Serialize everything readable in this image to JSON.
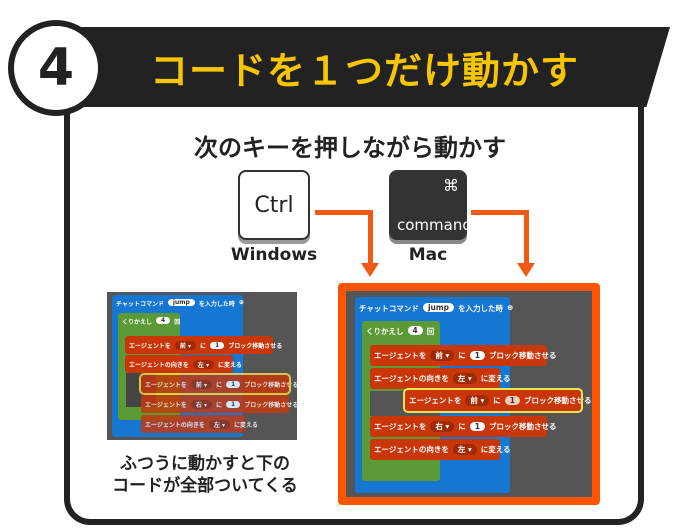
{
  "header": {
    "step": "4",
    "title": "コードを１つだけ動かす"
  },
  "instruction": "次のキーを押しながら動かす",
  "keys": {
    "windows": {
      "key": "Ctrl",
      "label": "Windows"
    },
    "mac": {
      "symbol": "⌘",
      "key": "command",
      "label": "Mac"
    }
  },
  "blocks": {
    "hat_prefix": "チャットコマンド",
    "hat_value": "jump",
    "hat_suffix": "を入力した時",
    "plus": "⊕",
    "repeat": "くりかえし",
    "repeat_count": "4",
    "repeat_suffix": "回",
    "move_prefix": "エージェントを",
    "ni": "に",
    "move_suffix": "ブロック移動させる",
    "one": "1",
    "turn_prefix": "エージェントの向きを",
    "turn_suffix": "に変える",
    "forward": "前 ▾",
    "left": "左 ▾",
    "right": "右 ▾"
  },
  "caption": [
    "ふつうに動かすと下の",
    "コードが全部ついてくる"
  ],
  "colors": {
    "accent": "#f7c600",
    "arrow": "#f05a14",
    "frame": "#ff5500"
  }
}
